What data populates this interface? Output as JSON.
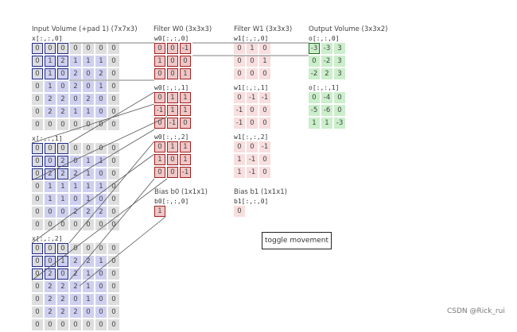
{
  "headers": {
    "input": "Input Volume (+pad 1) (7x7x3)",
    "filter_w0": "Filter W0 (3x3x3)",
    "filter_w1": "Filter W1 (3x3x3)",
    "output": "Output Volume (3x3x2)",
    "bias_b0": "Bias b0 (1x1x1)",
    "bias_b1": "Bias b1 (1x1x1)"
  },
  "input": {
    "labels": [
      "x[:,:,0]",
      "x[:,:,1]",
      "x[:,:,2]"
    ],
    "slices": [
      [
        [
          "0",
          "0",
          "0",
          "0",
          "0",
          "0",
          "0"
        ],
        [
          "0",
          "1",
          "2",
          "1",
          "1",
          "1",
          "0"
        ],
        [
          "0",
          "1",
          "0",
          "2",
          "0",
          "2",
          "0"
        ],
        [
          "0",
          "1",
          "0",
          "2",
          "0",
          "1",
          "0"
        ],
        [
          "0",
          "2",
          "2",
          "0",
          "2",
          "0",
          "0"
        ],
        [
          "0",
          "2",
          "2",
          "1",
          "1",
          "0",
          "0"
        ],
        [
          "0",
          "0",
          "0",
          "0",
          "0",
          "0",
          "0"
        ]
      ],
      [
        [
          "0",
          "0",
          "0",
          "0",
          "0",
          "0",
          "0"
        ],
        [
          "0",
          "0",
          "2",
          "0",
          "1",
          "1",
          "0"
        ],
        [
          "0",
          "2",
          "2",
          "2",
          "1",
          "0",
          "0"
        ],
        [
          "0",
          "1",
          "1",
          "1",
          "1",
          "1",
          "0"
        ],
        [
          "0",
          "1",
          "1",
          "0",
          "1",
          "0",
          "0"
        ],
        [
          "0",
          "0",
          "0",
          "2",
          "2",
          "2",
          "0"
        ],
        [
          "0",
          "0",
          "0",
          "0",
          "0",
          "0",
          "0"
        ]
      ],
      [
        [
          "0",
          "0",
          "0",
          "0",
          "0",
          "0",
          "0"
        ],
        [
          "0",
          "0",
          "1",
          "2",
          "2",
          "1",
          "0"
        ],
        [
          "0",
          "2",
          "0",
          "2",
          "1",
          "0",
          "0"
        ],
        [
          "0",
          "2",
          "2",
          "2",
          "1",
          "0",
          "0"
        ],
        [
          "0",
          "2",
          "2",
          "0",
          "1",
          "0",
          "0"
        ],
        [
          "0",
          "2",
          "2",
          "2",
          "0",
          "0",
          "0"
        ],
        [
          "0",
          "0",
          "0",
          "0",
          "0",
          "0",
          "0"
        ]
      ]
    ]
  },
  "filter_w0": {
    "labels": [
      "w0[:,:,0]",
      "w0[:,:,1]",
      "w0[:,:,2]"
    ],
    "slices": [
      [
        [
          "0",
          "0",
          "-1"
        ],
        [
          "1",
          "0",
          "0"
        ],
        [
          "0",
          "0",
          "1"
        ]
      ],
      [
        [
          "0",
          "1",
          "1"
        ],
        [
          "-1",
          "1",
          "1"
        ],
        [
          "0",
          "-1",
          "0"
        ]
      ],
      [
        [
          "0",
          "1",
          "1"
        ],
        [
          "1",
          "0",
          "1"
        ],
        [
          "0",
          "0",
          "-1"
        ]
      ]
    ]
  },
  "filter_w1": {
    "labels": [
      "w1[:,:,0]",
      "w1[:,:,1]",
      "w1[:,:,2]"
    ],
    "slices": [
      [
        [
          "0",
          "1",
          "0"
        ],
        [
          "0",
          "0",
          "1"
        ],
        [
          "0",
          "0",
          "0"
        ]
      ],
      [
        [
          "0",
          "-1",
          "-1"
        ],
        [
          "-1",
          "0",
          "0"
        ],
        [
          "-1",
          "0",
          "0"
        ]
      ],
      [
        [
          "0",
          "0",
          "-1"
        ],
        [
          "1",
          "-1",
          "0"
        ],
        [
          "1",
          "-1",
          "0"
        ]
      ]
    ]
  },
  "output": {
    "labels": [
      "o[:,:,0]",
      "o[:,:,1]"
    ],
    "slices": [
      [
        [
          "-3",
          "-3",
          "3"
        ],
        [
          "0",
          "-2",
          "3"
        ],
        [
          "-2",
          "2",
          "3"
        ]
      ],
      [
        [
          "0",
          "-4",
          "0"
        ],
        [
          "-5",
          "-6",
          "0"
        ],
        [
          "1",
          "1",
          "-3"
        ]
      ]
    ]
  },
  "bias": {
    "b0_label": "b0[:,:,0]",
    "b0_value": "1",
    "b1_label": "b1[:,:,0]",
    "b1_value": "0"
  },
  "toggle_label": "toggle movement",
  "watermark": "CSDN @Rick_rui",
  "colors": {
    "input_interior": "#cfd0f0",
    "input_padding": "#dedede",
    "filter_w0": "#f0c7c7",
    "filter_w1": "#f8dede",
    "output": "#cbeecb",
    "input_highlight": "#1f2a8a",
    "filter_highlight": "#a32020",
    "output_highlight": "#1d6b1d"
  }
}
